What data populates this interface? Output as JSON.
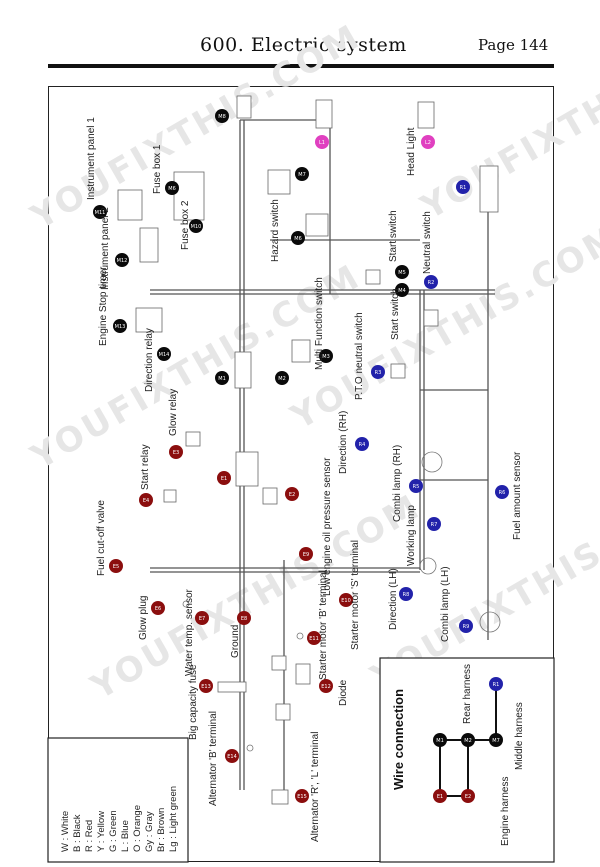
{
  "header": {
    "title": "600.  Electric system",
    "page": "Page 144"
  },
  "watermark": "YOUFIXTHIS.COM",
  "legend": [
    "W : White",
    "B : Black",
    "R : Red",
    "Y : Yellow",
    "G : Green",
    "L : Blue",
    "O : Orange",
    "Gy : Gray",
    "Br : Brown",
    "Lg : Light green"
  ],
  "components": {
    "instrument_panel_1": "Instrument panel 1",
    "fuse_box_1": "Fuse box 1",
    "fuse_box_2": "Fuse box 2",
    "instrument_panel_2": "Instrument panel 2",
    "engine_stop_timer": "Engine Stop timer",
    "direction_relay": "Direction relay",
    "glow_relay": "Glow relay",
    "start_relay": "Start relay",
    "fuel_cutoff_valve": "Fuel cut-off valve",
    "glow_plug": "Glow plug",
    "water_temp_sensor": "Water temp. sensor",
    "ground": "Ground",
    "big_capacity_fuse": "Big capacity fuse",
    "alternator_b": "Alternator 'B' terminal",
    "alternator_rl": "Alternator 'R', 'L' terminal",
    "diode": "Diode",
    "starter_motor_b": "Starter motor 'B' terminal",
    "starter_motor_s": "Starter motor 'S' terminal",
    "low_engine_oil": "Low engine oil pressure sensor",
    "multi_function_switch": "Multi Function switch",
    "hazard_switch": "Hazard switch",
    "start_switch_top": "Start switch",
    "start_switch_bottom": "Start switch",
    "neutral_switch": "Neutral switch",
    "head_light": "Head Light",
    "pto_neutral_switch": "P.T.O neutral switch",
    "direction_rh": "Direction (RH)",
    "combi_lamp_rh": "Combi lamp (RH)",
    "working_lamp": "Working lamp",
    "fuel_amount_sensor": "Fuel amount sensor",
    "direction_lh": "Direction (LH)",
    "combi_lamp_lh": "Combi lamp (LH)"
  },
  "wire_connection": {
    "title": "Wire connection",
    "engine_harness": "Engine harness",
    "middle_harness": "Middle harness",
    "rear_harness": "Rear harness"
  },
  "nodes": {
    "M1": "M1",
    "M2": "M2",
    "M3": "M3",
    "M4": "M4",
    "M5": "M5",
    "M6": "M6",
    "M7": "M7",
    "M8": "M8",
    "M9": "M9",
    "M10": "M10",
    "M11": "M11",
    "M12": "M12",
    "M13": "M13",
    "M14": "M14",
    "E1": "E1",
    "E2": "E2",
    "E3": "E3",
    "E4": "E4",
    "E5": "E5",
    "E6": "E6",
    "E7": "E7",
    "E8": "E8",
    "E9": "E9",
    "E10": "E10",
    "E11": "E11",
    "E12": "E12",
    "E13": "E13",
    "E14": "E14",
    "E15": "E15",
    "R1": "R1",
    "R2": "R2",
    "R3": "R3",
    "R4": "R4",
    "R5": "R5",
    "R6": "R6",
    "R7": "R7",
    "R8": "R8",
    "R9": "R9",
    "L1": "L1",
    "L2": "L2"
  },
  "colors": {
    "middle": "#0a0a0a",
    "engine": "#8b0e0e",
    "rear": "#2222aa",
    "lamp": "#e040c0"
  }
}
